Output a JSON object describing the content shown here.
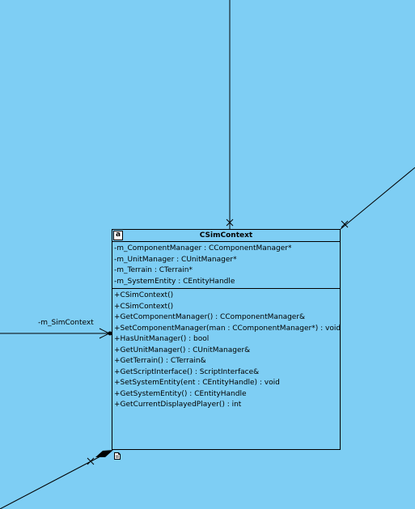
{
  "class": {
    "abstract_marker": "a",
    "name": "CSimContext",
    "attributes": [
      "-m_ComponentManager : CComponentManager*",
      "-m_UnitManager : CUnitManager*",
      "-m_Terrain : CTerrain*",
      "-m_SystemEntity : CEntityHandle"
    ],
    "operations": [
      "+CSimContext()",
      "+CSimContext()",
      "+GetComponentManager() : CComponentManager&",
      "+SetComponentManager(man : CComponentManager*) : void",
      "+HasUnitManager() : bool",
      "+GetUnitManager() : CUnitManager&",
      "+GetTerrain() : CTerrain&",
      "+GetScriptInterface() : ScriptInterface&",
      "+SetSystemEntity(ent : CEntityHandle) : void",
      "+GetSystemEntity() : CEntityHandle",
      "+GetCurrentDisplayedPlayer() : int"
    ]
  },
  "association_label": "-m_SimContext",
  "colors": {
    "background": "#7ecef4",
    "line": "#000000"
  },
  "icons": [
    "abstract-class-icon",
    "note-icon",
    "composition-diamond-icon",
    "navigability-x-icon"
  ]
}
